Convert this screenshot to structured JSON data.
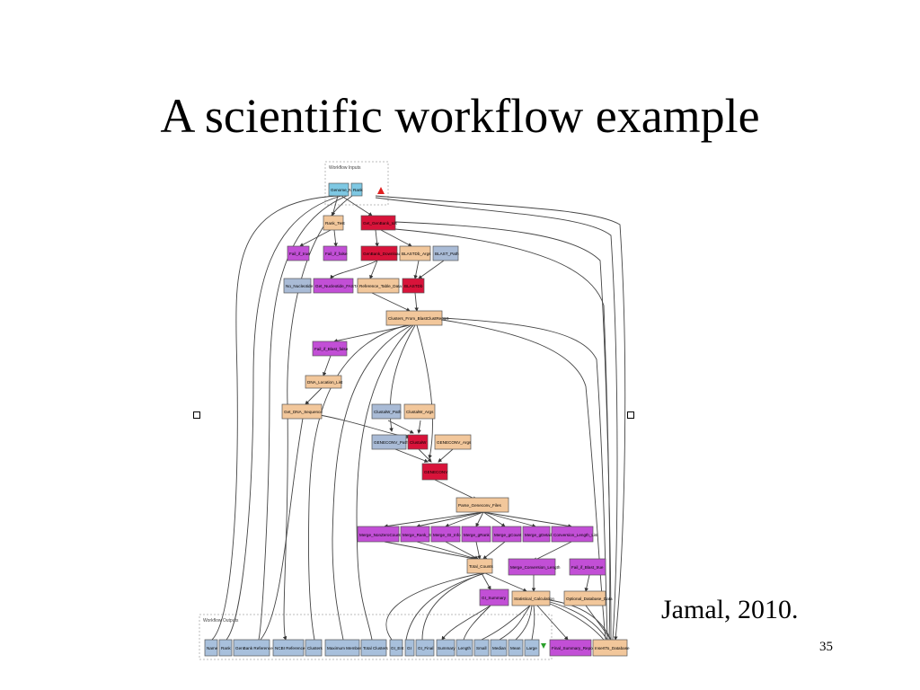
{
  "slide": {
    "title": "A scientific workflow example",
    "citation": "Jamal, 2010.",
    "page_number": "35"
  },
  "workflow": {
    "inputs_label": "Workflow Inputs",
    "outputs_label": "Workflow Outputs",
    "colors": {
      "input": "#7ec8e3",
      "output": "#a8c0dc",
      "constant": "#f2c79b",
      "processor": "#d8133a",
      "local": "#c24fd6",
      "beanshell": "#a9bbd6"
    },
    "nodes": {
      "n1": "Genome_Name",
      "n2": "Rank",
      "n3": "Rank_Test",
      "n4": "Get_GenBank_Ids",
      "n5": "Fail_if_true",
      "n6": "Fail_if_false",
      "n7": "GenBank_Download",
      "n8": "BLASTDb_Args",
      "n9": "BLAST_Path",
      "n10": "No_Nucleotide",
      "n11": "Get_Nucleotide_FASTA",
      "n12": "Reference_Table_Data",
      "n13": "BLASTDb",
      "n14": "Clusters_From_BlastClustReport",
      "n15": "Fail_if_Blast_false",
      "n16": "DNA_Location_List",
      "n17": "Get_DNA_Sequence",
      "n18": "ClustalW_Path",
      "n19": "ClustalW_Args",
      "n20": "GENECONV_Path",
      "n21": "ClustalW",
      "n22": "GENECONV_Args",
      "n23": "GENECONV",
      "n24": "Parse_Geneconv_Files",
      "n25": "Merge_NonZeroCount",
      "n26": "Merge_Rank_SI",
      "n27": "Merge_GI_Info",
      "n28": "Merge_gRank",
      "n29": "Merge_gCount",
      "n30": "Merge_gDetail",
      "n31": "Conversion_Length_List",
      "n32": "Total_Counts",
      "n33": "Merge_Conversion_Length",
      "n34": "Fail_if_Blast_true",
      "n35": "GI_Summary",
      "n36": "Statistical_Calculation",
      "n37": "Optional_Database_Data",
      "o1": "Name",
      "o2": "Rank",
      "o3": "GenBank Reference",
      "o4": "NCBI Reference",
      "o5": "Clusters",
      "o6": "Maximum Members",
      "o7": "Total Clusters",
      "o8": "GI_Ent",
      "o9": "GI",
      "o10": "GI_Final",
      "o11": "Summary",
      "o12": "Length",
      "o13": "Small",
      "o14": "Median",
      "o15": "Mean",
      "o16": "Large",
      "o17": "Final_Summary_Report",
      "o18": "InsertTo_Database"
    }
  }
}
